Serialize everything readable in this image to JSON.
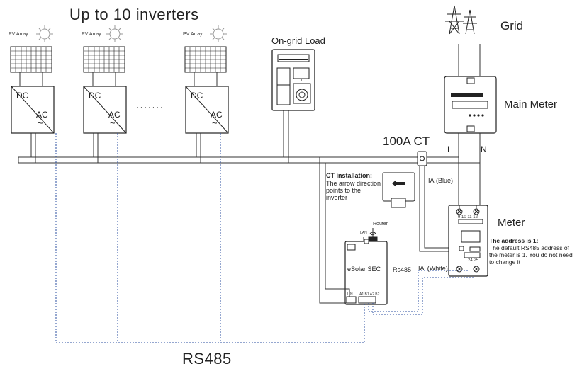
{
  "title": "Up to 10 inverters",
  "pv_label": "PV Array",
  "inverter": {
    "dc": "DC",
    "ac": "AC",
    "ac_symbol": "~"
  },
  "ellipsis": "·······",
  "load_label": "On-grid Load",
  "grid_label": "Grid",
  "main_meter_label": "Main Meter",
  "ct_label": "100A CT",
  "phase_l": "L",
  "phase_n": "N",
  "ct_installation": {
    "heading": "CT installation:",
    "text": "The arrow direction points to the inverter"
  },
  "ia_blue": "IA (Blue)",
  "ia_white": "IA' (White)",
  "meter_label": "Meter",
  "meter_terminals_top": "9 10 11 12",
  "meter_terminals_bottom": "24 25",
  "address_note": {
    "heading": "The address is 1:",
    "text": "The default RS485 address of the meter is 1. You do not need to change it"
  },
  "router_label": "Router",
  "lan_label": "LAN",
  "esolar_label": "eSolar SEC",
  "esolar_power_terminals": "L N",
  "esolar_comm_terminals": "A1 B1 A2 B2",
  "rs485_short": "Rs485",
  "rs485_label": "RS485",
  "colors": {
    "line": "#333333",
    "rs485": "#2b4fa0",
    "panel": "#2a2a2a"
  }
}
